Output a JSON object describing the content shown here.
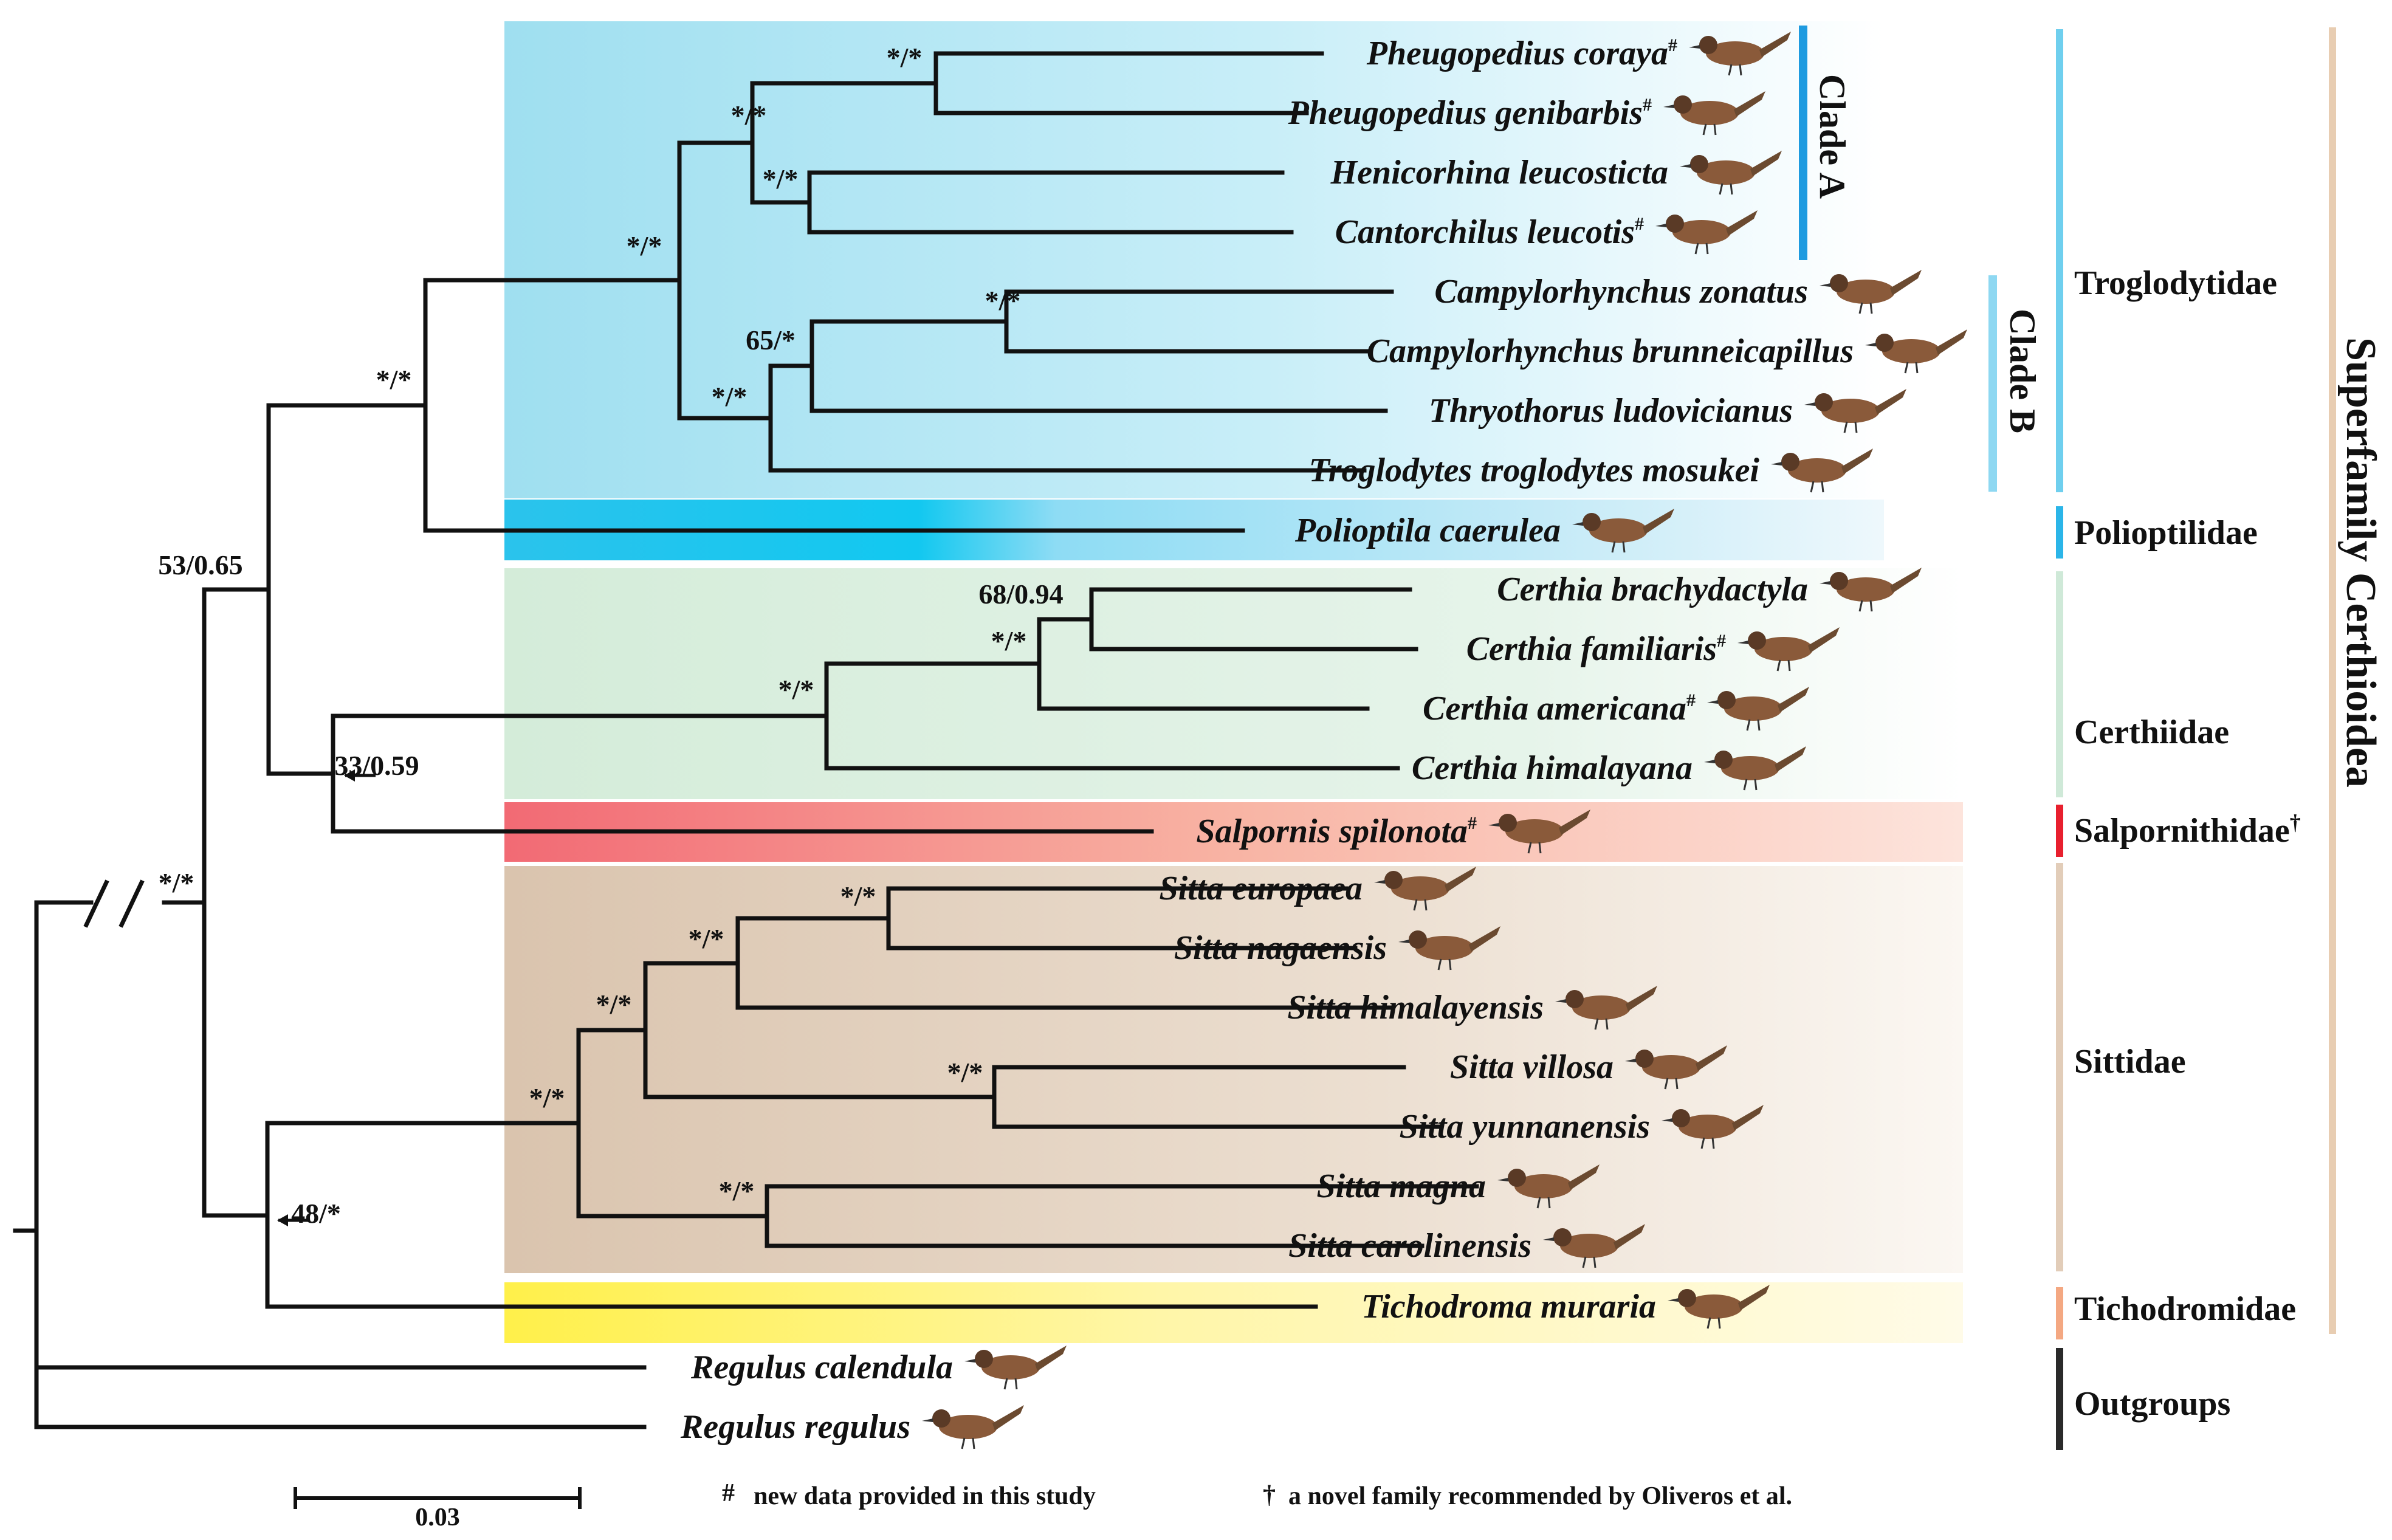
{
  "taxa": [
    {
      "name": "Pheugopedius coraya",
      "mark": "#"
    },
    {
      "name": "Pheugopedius genibarbis",
      "mark": "#"
    },
    {
      "name": "Henicorhina leucosticta",
      "mark": ""
    },
    {
      "name": "Cantorchilus leucotis",
      "mark": "#"
    },
    {
      "name": "Campylorhynchus zonatus",
      "mark": ""
    },
    {
      "name": "Campylorhynchus brunneicapillus",
      "mark": ""
    },
    {
      "name": "Thryothorus ludovicianus",
      "mark": ""
    },
    {
      "name": "Troglodytes troglodytes mosukei",
      "mark": ""
    },
    {
      "name": "Polioptila caerulea",
      "mark": ""
    },
    {
      "name": "Certhia brachydactyla",
      "mark": ""
    },
    {
      "name": "Certhia familiaris",
      "mark": "#"
    },
    {
      "name": "Certhia americana",
      "mark": "#"
    },
    {
      "name": "Certhia himalayana",
      "mark": ""
    },
    {
      "name": "Salpornis spilonota",
      "mark": "#"
    },
    {
      "name": "Sitta europaea",
      "mark": ""
    },
    {
      "name": "Sitta nagaensis",
      "mark": ""
    },
    {
      "name": "Sitta himalayensis",
      "mark": ""
    },
    {
      "name": "Sitta villosa",
      "mark": ""
    },
    {
      "name": "Sitta yunnanensis",
      "mark": ""
    },
    {
      "name": "Sitta magna",
      "mark": ""
    },
    {
      "name": "Sitta carolinensis",
      "mark": ""
    },
    {
      "name": "Tichodroma muraria",
      "mark": ""
    },
    {
      "name": "Regulus calendula",
      "mark": ""
    },
    {
      "name": "Regulus regulus",
      "mark": ""
    }
  ],
  "support_values": [
    "*/*",
    "*/*",
    "*/*",
    "*/*",
    "*/*",
    "65/*",
    "*/*",
    "*/*",
    "53/0.65",
    "68/0.94",
    "*/*",
    "*/*",
    "33/0.59",
    "*/*",
    "*/*",
    "*/*",
    "*/*",
    "*/*",
    "*/*",
    "48/*",
    "*/*"
  ],
  "clades": [
    "Clade A",
    "Clade B"
  ],
  "families": [
    {
      "name": "Troglodytidae",
      "color": "#6fcfee"
    },
    {
      "name": "Polioptilidae",
      "color": "#2bb5e8"
    },
    {
      "name": "Certhiidae",
      "color": "#cfe9d8"
    },
    {
      "name": "Salpornithidae",
      "mark": "†",
      "color": "#e8202e"
    },
    {
      "name": "Sittidae",
      "color": "#e2cdb9"
    },
    {
      "name": "Tichodromidae",
      "color": "#f4a882"
    },
    {
      "name": "Outgroups",
      "color": "#2a2a2a"
    }
  ],
  "superfamily": "Superfamily Certhioidea",
  "scale_bar": "0.03",
  "legend": {
    "hash_symbol": "#",
    "hash_text": "new data provided in this study",
    "dagger_symbol": "†",
    "dagger_text": "a novel family recommended by Oliveros et al."
  },
  "colors": {
    "troglodytidae_band": "#9fdff0",
    "polioptilidae_band": "#12c3ec",
    "certhiidae_band": "#d7eedc",
    "salpornithidae_band": "#f26a74",
    "sittidae_band": "#dcc7b2",
    "tichodromidae_band": "#fff04a",
    "clade_a_bar": "#1e9be0",
    "clade_b_bar": "#8ed8f2",
    "superfamily_bar": "#e8cdb2"
  }
}
